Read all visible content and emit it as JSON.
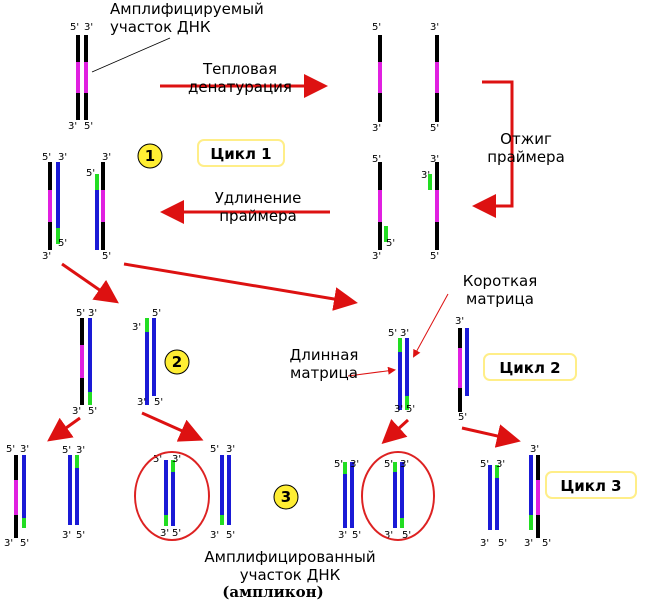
{
  "labels": {
    "amplified_region": "Амплифицируемый\nучасток ДНК",
    "heat_denaturation": "Тепловая\nденатурация",
    "primer_annealing": "Отжиг\nпраймера",
    "primer_extension": "Удлинение\nпраймера",
    "short_template": "Короткая\nматрица",
    "long_template": "Длинная\nматрица",
    "amplified_product": "Амплифицированный\nучасток ДНК",
    "amplicon": "(ампликон)"
  },
  "cycles": {
    "cycle1": "Цикл 1",
    "cycle2": "Цикл 2",
    "cycle3": "Цикл 3"
  },
  "cycle_numbers": {
    "n1": "1",
    "n2": "2",
    "n3": "3"
  },
  "ends": {
    "five_prime": "5'",
    "three_prime": "3'"
  },
  "colors": {
    "template": "#000000",
    "new_strand": "#1a1ad6",
    "target": "#e020e0",
    "primer": "#22dd22",
    "arrow": "#dd1111",
    "circle": "#dd2222",
    "badge_fill": "#ffee33",
    "label_box": "#ffee88"
  }
}
